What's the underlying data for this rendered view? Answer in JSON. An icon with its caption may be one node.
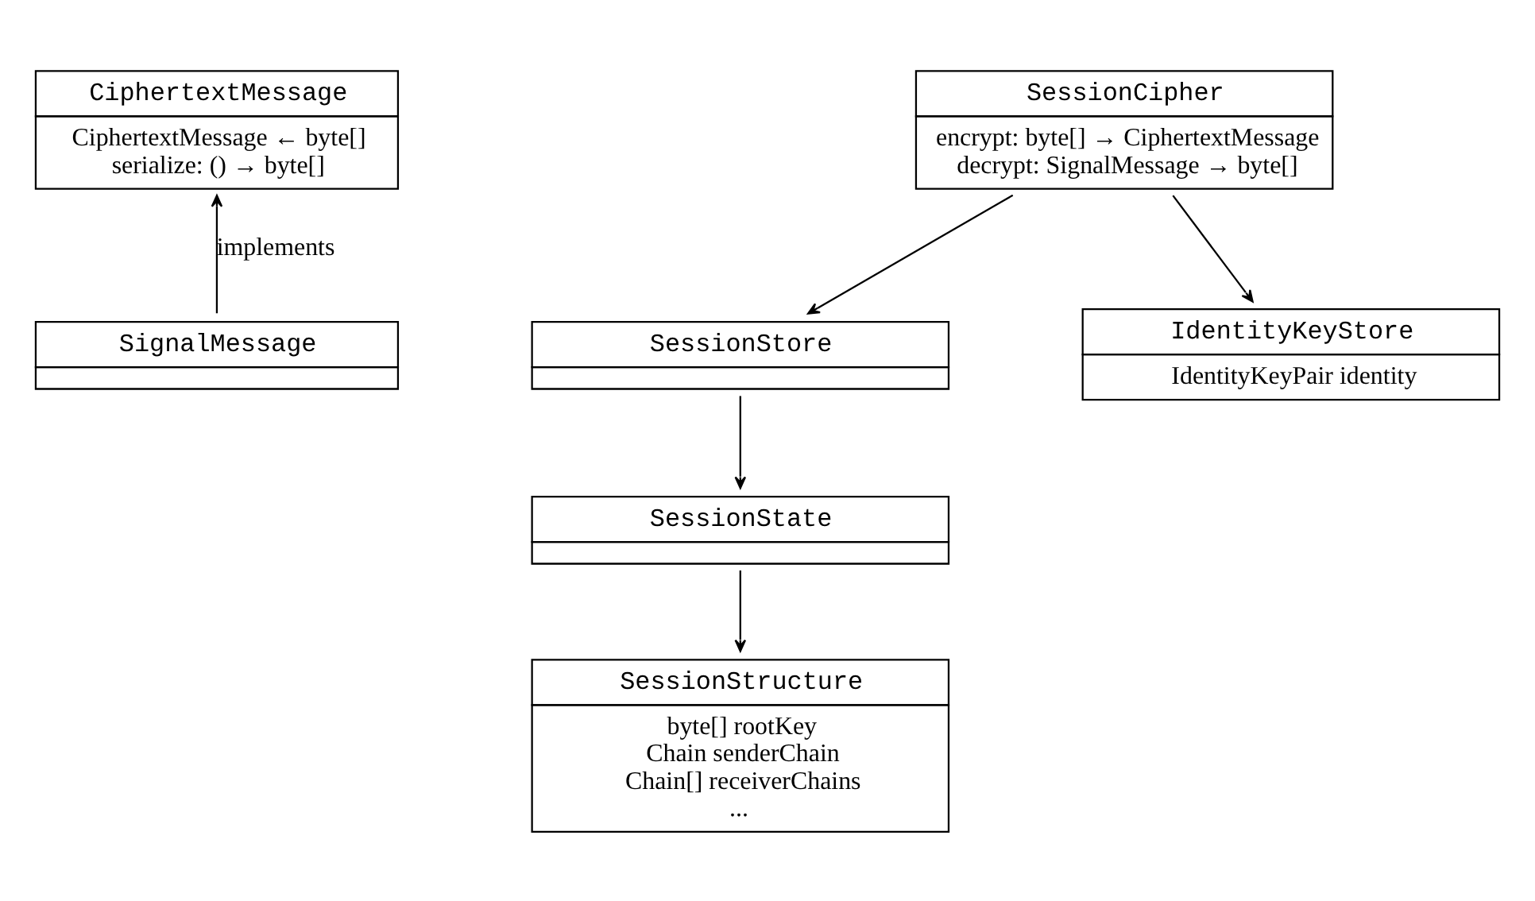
{
  "diagram": {
    "nodes": [
      {
        "text": [
          "CiphertextMessage",
          "CiphertextMessage ← byte[]",
          "serialize: () → byte[]"
        ]
      },
      {
        "text": [
          "SessionCipher",
          "encrypt: byte[] → CiphertextMessage",
          "decrypt: SignalMessage → byte[]"
        ]
      },
      {
        "text": [
          "SignalMessage"
        ]
      },
      {
        "text": [
          "SessionStore"
        ]
      },
      {
        "text": [
          "IdentityKeyStore",
          "IdentityKeyPair identity"
        ]
      },
      {
        "text": [
          "SessionState"
        ]
      },
      {
        "text": [
          "SessionStructure",
          "byte[] rootKey",
          "Chain senderChain",
          "Chain[] receiverChains",
          "..."
        ]
      }
    ],
    "edges": [
      {
        "from": 1,
        "to": 3,
        "arrow": "to"
      },
      {
        "from": 1,
        "to": 4,
        "arrow": "to"
      },
      {
        "from": 3,
        "to": 5,
        "arrow": "to"
      },
      {
        "from": 5,
        "to": 6,
        "arrow": "to"
      },
      {
        "from": 2,
        "to": 0,
        "arrow": "to",
        "label": "implements"
      }
    ]
  }
}
